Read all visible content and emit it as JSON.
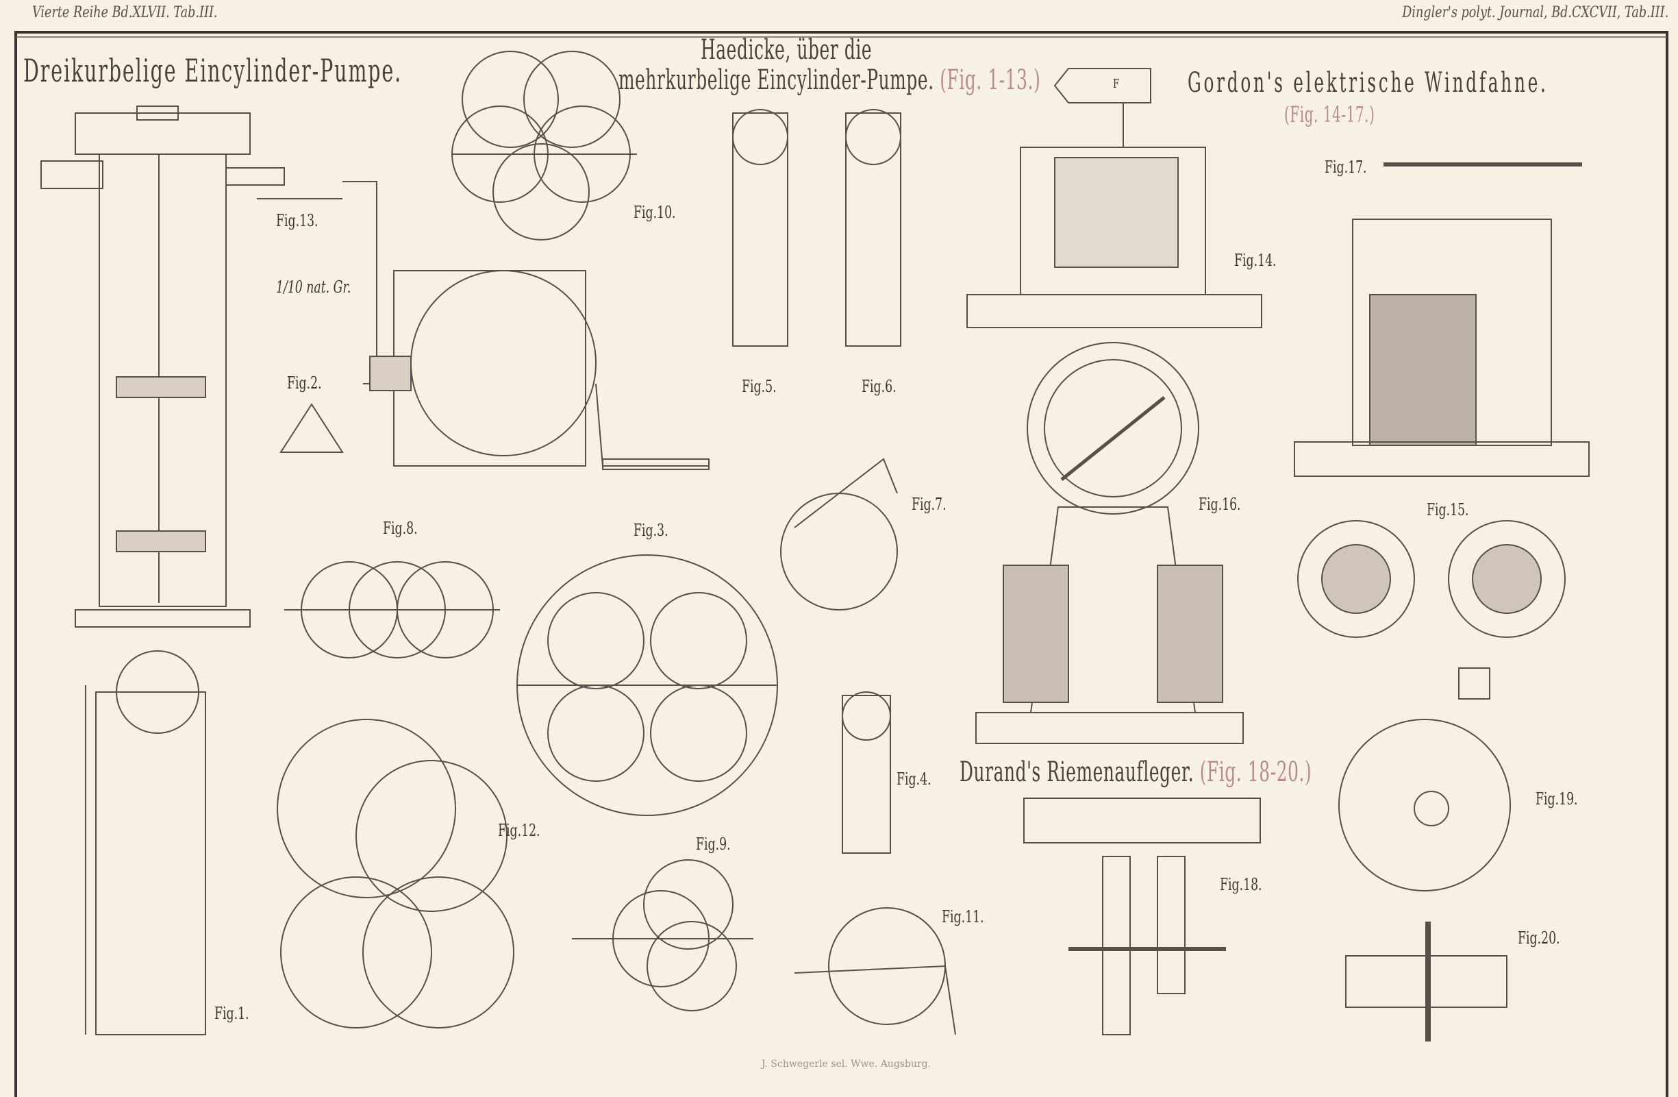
{
  "header": {
    "left": "Vierte Reihe Bd.XLVII. Tab.III.",
    "right": "Dingler's polyt. Journal, Bd.CXCVII, Tab.III."
  },
  "titles": {
    "pump": "Dreikurbelige Eincylinder-Pumpe.",
    "haedicke_line1": "Haedicke, über die",
    "haedicke_line2": "mehrkurbelige Eincylinder-Pumpe.",
    "haedicke_ref": "(Fig. 1-13.)",
    "gordon": "Gordon's elektrische Windfahne.",
    "gordon_ref": "(Fig. 14-17.)",
    "durand": "Durand's Riemenaufleger.",
    "durand_ref": "(Fig. 18-20.)"
  },
  "figures": {
    "f1": "Fig.1.",
    "f2": "Fig.2.",
    "f3": "Fig.3.",
    "f4": "Fig.4.",
    "f5": "Fig.5.",
    "f6": "Fig.6.",
    "f7": "Fig.7.",
    "f8": "Fig.8.",
    "f9": "Fig.9.",
    "f10": "Fig.10.",
    "f11": "Fig.11.",
    "f12": "Fig.12.",
    "f13": "Fig.13.",
    "f14": "Fig.14.",
    "f15": "Fig.15.",
    "f16": "Fig.16.",
    "f17": "Fig.17.",
    "f18": "Fig.18.",
    "f19": "Fig.19.",
    "f20": "Fig.20."
  },
  "scale_note": "1/10 nat. Gr.",
  "vane_letter": "F",
  "signature": "J. Schwegerle sel. Wwe. Augsburg."
}
